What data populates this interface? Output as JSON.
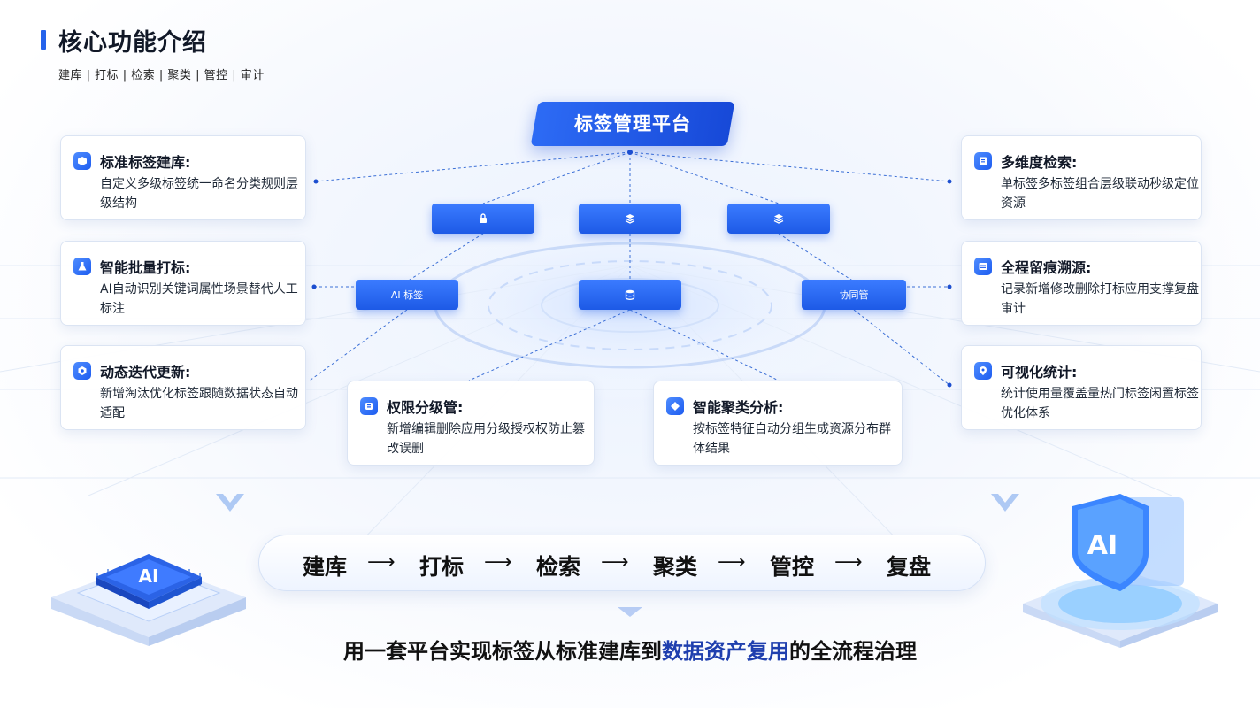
{
  "header": {
    "title": "核心功能介绍",
    "subtitle": "建库 | 打标 | 检索 | 聚类 | 管控 | 审计"
  },
  "platform": {
    "label": "标签管理平台"
  },
  "nodes": {
    "ai_tag": "AI 标签",
    "right_tag": "协同管"
  },
  "features": [
    {
      "title": "标准标签建库:",
      "desc": "自定义多级标签统一命名分类规则层级结构",
      "icon": "cube-icon"
    },
    {
      "title": "智能批量打标:",
      "desc": "AI自动识别关键词属性场景替代人工标注",
      "icon": "flask-icon"
    },
    {
      "title": "动态迭代更新:",
      "desc": "新增淘汰优化标签跟随数据状态自动适配",
      "icon": "refresh-icon"
    },
    {
      "title": "权限分级管:",
      "desc": "新增编辑删除应用分级授权权防止篡改误删",
      "icon": "shield-icon"
    },
    {
      "title": "智能聚类分析:",
      "desc": "按标签特征自动分组生成资源分布群体结果",
      "icon": "cluster-icon"
    },
    {
      "title": "多维度检索:",
      "desc": "单标签多标签组合层级联动秒级定位资源",
      "icon": "search-doc-icon"
    },
    {
      "title": "全程留痕溯源:",
      "desc": "记录新增修改删除打标应用支撑复盘审计",
      "icon": "log-icon"
    },
    {
      "title": "可视化统计:",
      "desc": "统计使用量覆盖量热门标签闲置标签优化体系",
      "icon": "chart-pin-icon"
    }
  ],
  "flow": [
    "建库",
    "打标",
    "检索",
    "聚类",
    "管控",
    "复盘"
  ],
  "flow_arrow": "⟶",
  "tagline": {
    "part1": "用一套平台实现标签从标准建库到",
    "part2": "数据资产复用",
    "part3": "的全流程治理"
  },
  "ai_badge": "AI",
  "colors": {
    "accent": "#2563eb",
    "node": "#1d5ae6",
    "highlight": "#1f3fae"
  }
}
